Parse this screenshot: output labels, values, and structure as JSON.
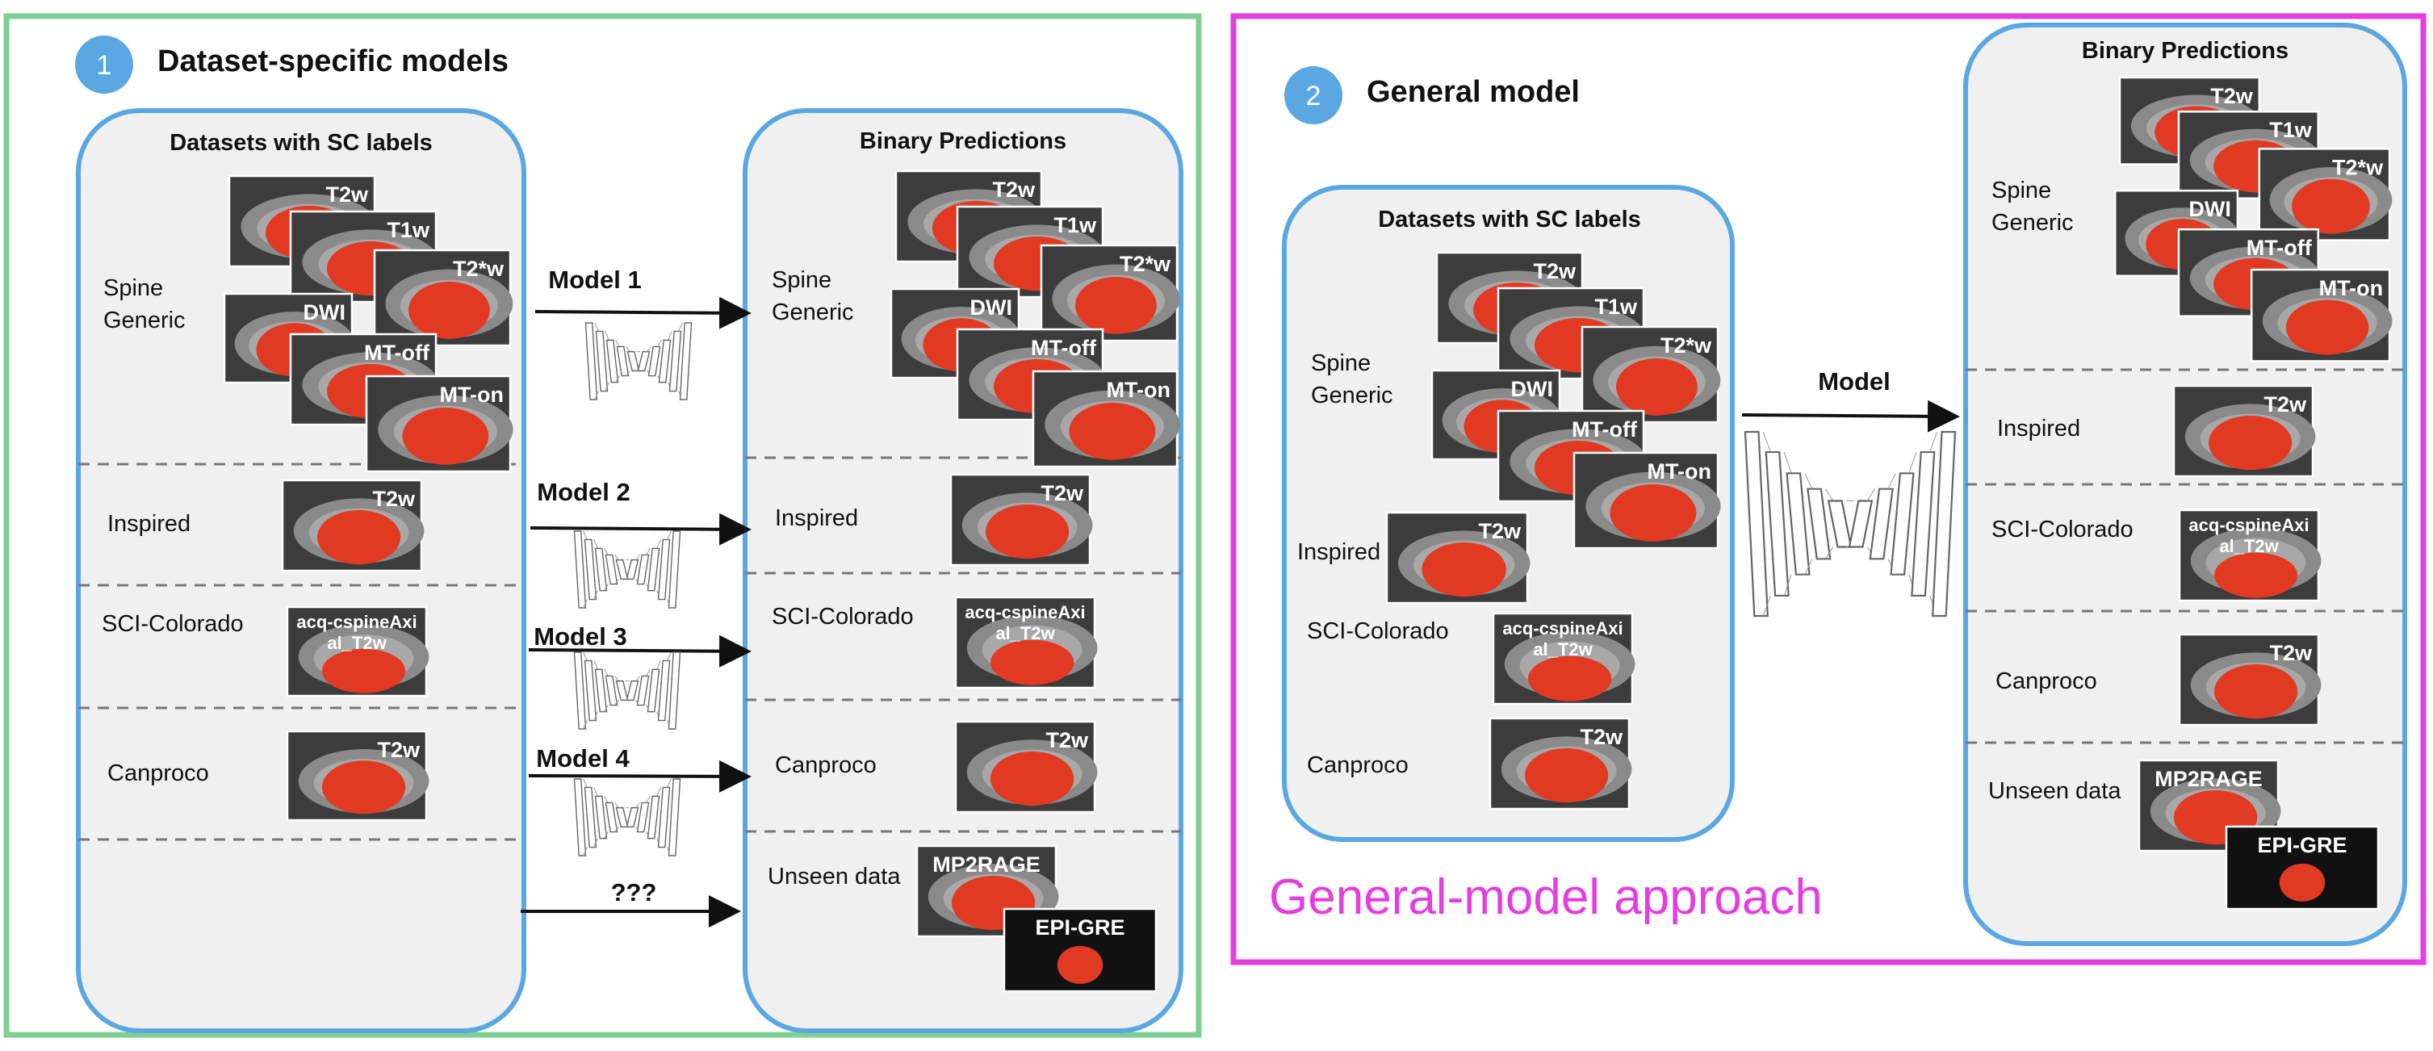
{
  "colors": {
    "left_frame": "#7fcf95",
    "right_frame": "#e43ee0",
    "pill_border": "#5aa7e2",
    "pill_fill": "#f0f0f0",
    "badge": "#5aa7e2",
    "cord": "#e23a22"
  },
  "left_panel": {
    "badge": "1",
    "title": "Dataset-specific models",
    "datasets_title": "Datasets with SC labels",
    "predictions_title": "Binary Predictions",
    "dataset_names": [
      "Spine\nGeneric",
      "Inspired",
      "SCI-Colorado",
      "Canproco"
    ],
    "prediction_names": [
      "Spine\nGeneric",
      "Inspired",
      "SCI-Colorado",
      "Canproco",
      "Unseen data"
    ],
    "models": [
      "Model 1",
      "Model 2",
      "Model 3",
      "Model 4",
      "???"
    ]
  },
  "right_panel": {
    "badge": "2",
    "title": "General model",
    "datasets_title": "Datasets with SC labels",
    "predictions_title": "Binary Predictions",
    "dataset_names": [
      "Spine\nGeneric",
      "Inspired",
      "SCI-Colorado",
      "Canproco"
    ],
    "prediction_names": [
      "Spine\nGeneric",
      "Inspired",
      "SCI-Colorado",
      "Canproco",
      "Unseen data"
    ],
    "model": "Model",
    "approach_label": "General-model approach"
  },
  "contrasts": {
    "spine_generic": [
      "T2w",
      "T1w",
      "T2*w",
      "DWI",
      "MT-off",
      "MT-on"
    ],
    "inspired": "T2w",
    "sci_colorado": [
      "acq-cspineAxi",
      "al_T2w"
    ],
    "canproco": "T2w",
    "unseen": [
      "MP2RAGE",
      "EPI-GRE"
    ]
  }
}
